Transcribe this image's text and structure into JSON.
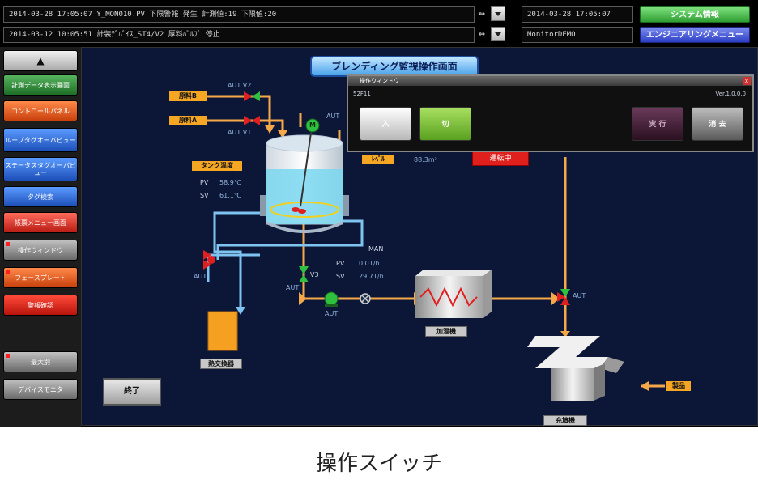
{
  "alarms": [
    "2014-03-28 17:05:07 Y_MON010.PV 下限警報 発生 計測値:19 下限値:20",
    "2014-03-12 10:05:51 計装ﾃﾞﾊﾞｲｽ_ST4/V2 厚料ﾊﾞﾙﾌﾞ 停止"
  ],
  "header": {
    "datetime": "2014-03-28 17:05:07",
    "user": "MonitorDEMO",
    "system_info_label": "システム情報",
    "engineering_menu_label": "エンジニアリングメニュー"
  },
  "sidebar": {
    "up_arrow": "▲",
    "items": [
      {
        "label": "計測データ表示画面",
        "color": "#2f8f3a"
      },
      {
        "label": "コントロールパネル",
        "color": "#e05a1a"
      },
      {
        "label": "ループタグオーバビュー",
        "color": "#2f6fd6"
      },
      {
        "label": "ステータスタグオーバビュー",
        "color": "#2f6fd6"
      },
      {
        "label": "タグ検索",
        "color": "#2f6fd6"
      },
      {
        "label": "帳票メニュー画面",
        "color": "#d8302a"
      },
      {
        "label": "操作ウィンドウ",
        "color": "#8a8a8a"
      },
      {
        "label": "フェースプレート",
        "color": "#e05a1a"
      },
      {
        "label": "警報確認",
        "color": "#d8302a"
      },
      {
        "label": "最大別",
        "color": "#8a8a8a"
      },
      {
        "label": "デバイスモニタ",
        "color": "#8a8a8a"
      }
    ]
  },
  "screen_title": "ブレンディング監視操作画面",
  "labels": {
    "material_b": "原料B",
    "material_a": "原料A",
    "aut_v2": "AUT V2",
    "aut_v1": "AUT V1",
    "aut_top": "AUT",
    "tank_temp": "タンク温度",
    "tank_pv_label": "PV",
    "tank_pv_value": "58.9℃",
    "tank_sv_label": "SV",
    "tank_sv_value": "61.1℃",
    "aut_left": "AUT",
    "man": "MAN",
    "v3": "V3",
    "aut_v3": "AUT",
    "flow_pv_label": "PV",
    "flow_pv_value": "0.01/h",
    "flow_sv_label": "SV",
    "flow_sv_value": "29.71/h",
    "aut_pump": "AUT",
    "heat_exchanger": "熱交換器",
    "heater": "加温機",
    "aut_right": "AUT",
    "filler": "充填機",
    "product": "製品",
    "level_label": "ﾚﾍﾞﾙ",
    "level_value": "88.3m³",
    "running": "運転中",
    "end_button": "終了",
    "motor": "M"
  },
  "op_window": {
    "title": "操作ウィンドウ",
    "close": "x",
    "tag": "52F11",
    "version": "Ver.1.0.0.0",
    "on_label": "入",
    "off_label": "切",
    "execute_label": "実 行",
    "clear_label": "消 去"
  },
  "caption": "操作スイッチ"
}
